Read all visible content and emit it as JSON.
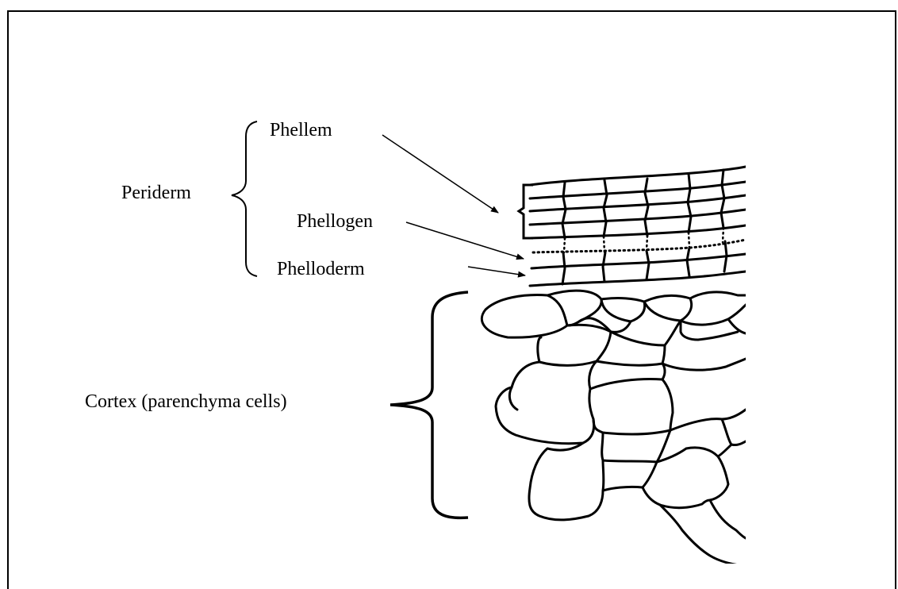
{
  "labels": {
    "phellem": "Phellem",
    "periderm": "Periderm",
    "phellogen": "Phellogen",
    "phelloderm": "Phelloderm",
    "cortex": "Cortex (parenchyma cells)"
  },
  "colors": {
    "ink": "#000000",
    "background": "#ffffff"
  }
}
